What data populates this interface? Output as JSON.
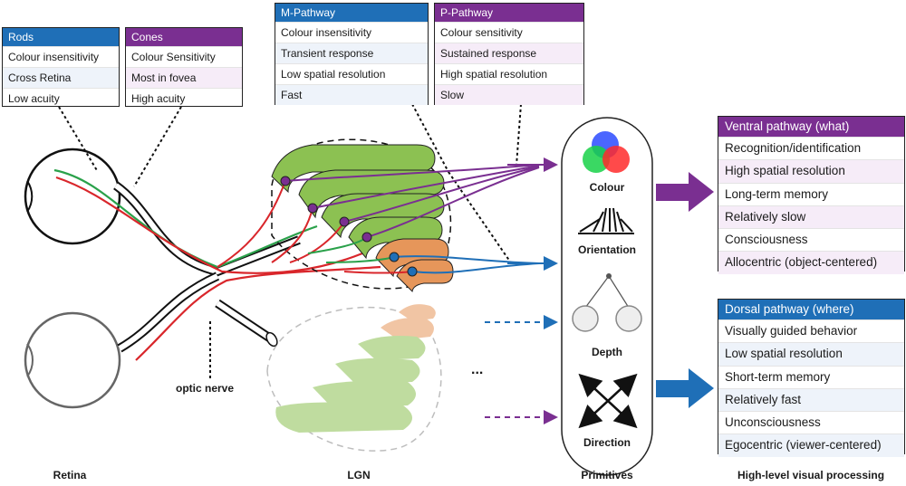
{
  "boxes": {
    "rods": {
      "title": "Rods",
      "rows": [
        "Colour insensitivity",
        "Cross Retina",
        "Low acuity"
      ]
    },
    "cones": {
      "title": "Cones",
      "rows": [
        "Colour Sensitivity",
        "Most in fovea",
        "High acuity"
      ]
    },
    "m_pathway": {
      "title": "M-Pathway",
      "rows": [
        "Colour insensitivity",
        "Transient response",
        "Low spatial resolution",
        "Fast"
      ]
    },
    "p_pathway": {
      "title": "P-Pathway",
      "rows": [
        "Colour sensitivity",
        "Sustained response",
        "High spatial resolution",
        "Slow"
      ]
    },
    "ventral": {
      "title": "Ventral pathway (what)",
      "rows": [
        "Recognition/identification",
        "High spatial resolution",
        "Long-term memory",
        "Relatively slow",
        "Consciousness",
        "Allocentric (object-centered)"
      ]
    },
    "dorsal": {
      "title": "Dorsal pathway (where)",
      "rows": [
        "Visually guided behavior",
        "Low spatial resolution",
        "Short-term memory",
        "Relatively fast",
        "Unconsciousness",
        "Egocentric (viewer-centered)"
      ]
    }
  },
  "primitives": {
    "colour": "Colour",
    "orientation": "Orientation",
    "depth": "Depth",
    "direction": "Direction"
  },
  "labels": {
    "optic_nerve": "optic nerve",
    "ellipsis": "..."
  },
  "section_labels": {
    "retina": "Retina",
    "lgn": "LGN",
    "primitives": "Primitives",
    "high_level": "High-level visual processing"
  },
  "colors": {
    "blue": "#1f6fb7",
    "purple": "#7a2f91",
    "green": "#8cc152",
    "orange": "#e6965a",
    "red": "#d9262b"
  }
}
